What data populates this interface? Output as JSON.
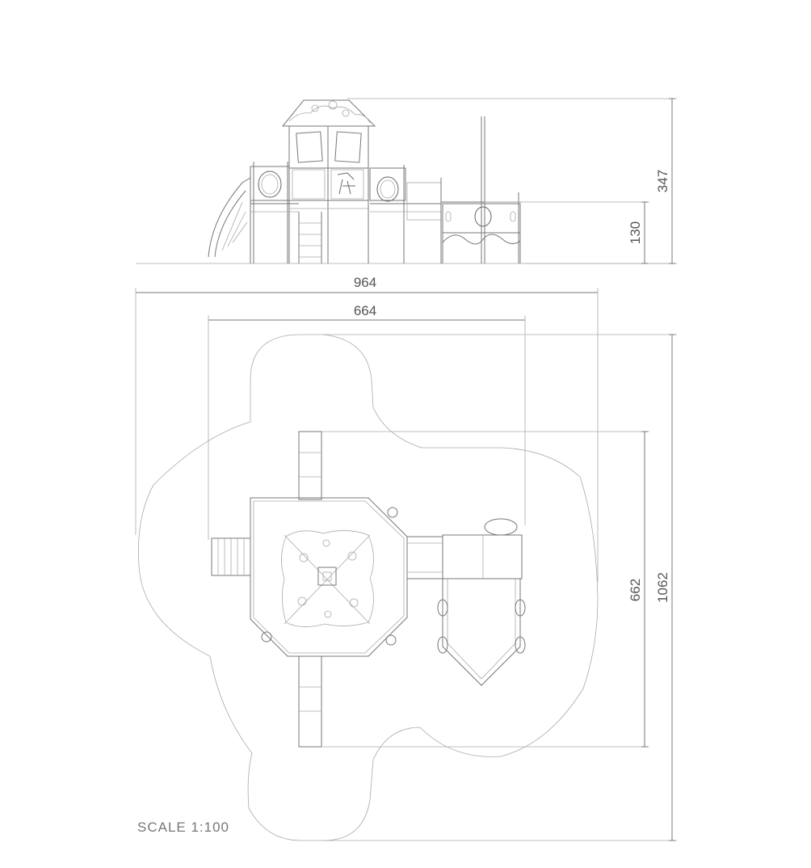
{
  "dimensions": {
    "elevation_total_height": "347",
    "elevation_platform_height": "130",
    "plan_width_total": "964",
    "plan_width_equipment": "664",
    "plan_depth_equipment": "662",
    "plan_depth_total": "1062"
  },
  "scale_label": "SCALE 1:100"
}
